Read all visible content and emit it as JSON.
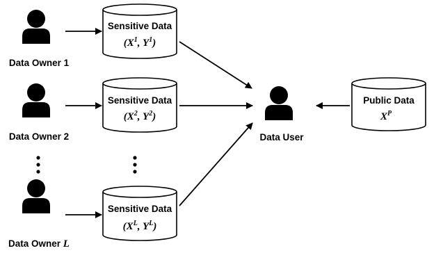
{
  "owners": [
    {
      "label": "Data Owner 1"
    },
    {
      "label": "Data Owner 2"
    },
    {
      "label": "Data Owner ",
      "var": "L"
    }
  ],
  "sensitive": [
    {
      "title": "Sensitive Data",
      "x": "X",
      "y": "Y",
      "sup": "1"
    },
    {
      "title": "Sensitive Data",
      "x": "X",
      "y": "Y",
      "sup": "2"
    },
    {
      "title": "Sensitive Data",
      "x": "X",
      "y": "Y",
      "sup": "L"
    }
  ],
  "user": {
    "label": "Data User"
  },
  "public": {
    "title": "Public Data",
    "var": "X",
    "sup": "P"
  },
  "colors": {
    "ink": "#000000",
    "background": "#ffffff"
  }
}
